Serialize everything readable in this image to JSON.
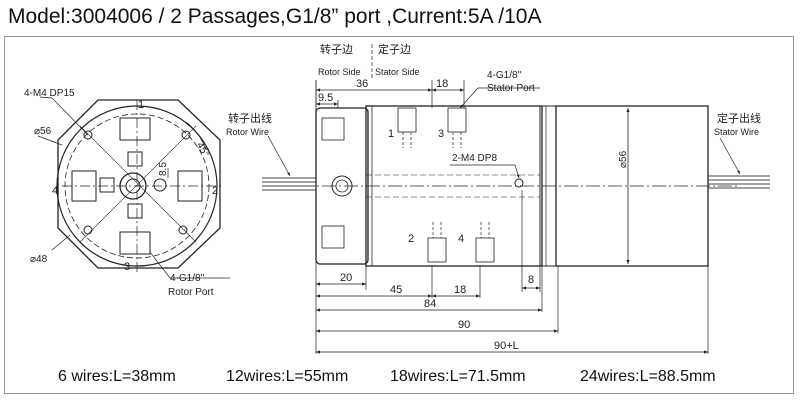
{
  "header": {
    "title": "Model:3004006 / 2 Passages,G1/8” port ,Current:5A /10A"
  },
  "front_view": {
    "hole_note": "4-M4 DP15",
    "outer_dia": "⌀56",
    "inner_dia": "⌀48",
    "angle": "45°",
    "center_offset": "8.5",
    "port_1": "1",
    "port_2": "2",
    "port_3": "3",
    "port_4": "4",
    "rotor_port_note": "4-G1/8\"",
    "rotor_port_label": "Rotor Port"
  },
  "side_view": {
    "rotor_side_cn": "转子边",
    "rotor_side_en": "Rotor Side",
    "stator_side_cn": "定子边",
    "stator_side_en": "Stator Side",
    "stator_port_note": "4-G1/8\"",
    "stator_port_label": "Stator Port",
    "rotor_wire_cn": "转子出线",
    "rotor_wire_en": "Rotor Wire",
    "stator_wire_cn": "定子出线",
    "stator_wire_en": "Stator Wire",
    "hole_note": "2-M4 DP8",
    "dia": "⌀56",
    "port_1": "1",
    "port_2": "2",
    "port_3": "3",
    "port_4": "4",
    "dims": {
      "d36": "36",
      "d18_top": "18",
      "d9_5": "9.5",
      "d20": "20",
      "d45": "45",
      "d18_bottom": "18",
      "d8": "8",
      "d84": "84",
      "d90": "90",
      "d90L": "90+L"
    }
  },
  "wire_lengths": [
    "6 wires:L=38mm",
    "12wires:L=55mm",
    "18wires:L=71.5mm",
    "24wires:L=88.5mm"
  ]
}
